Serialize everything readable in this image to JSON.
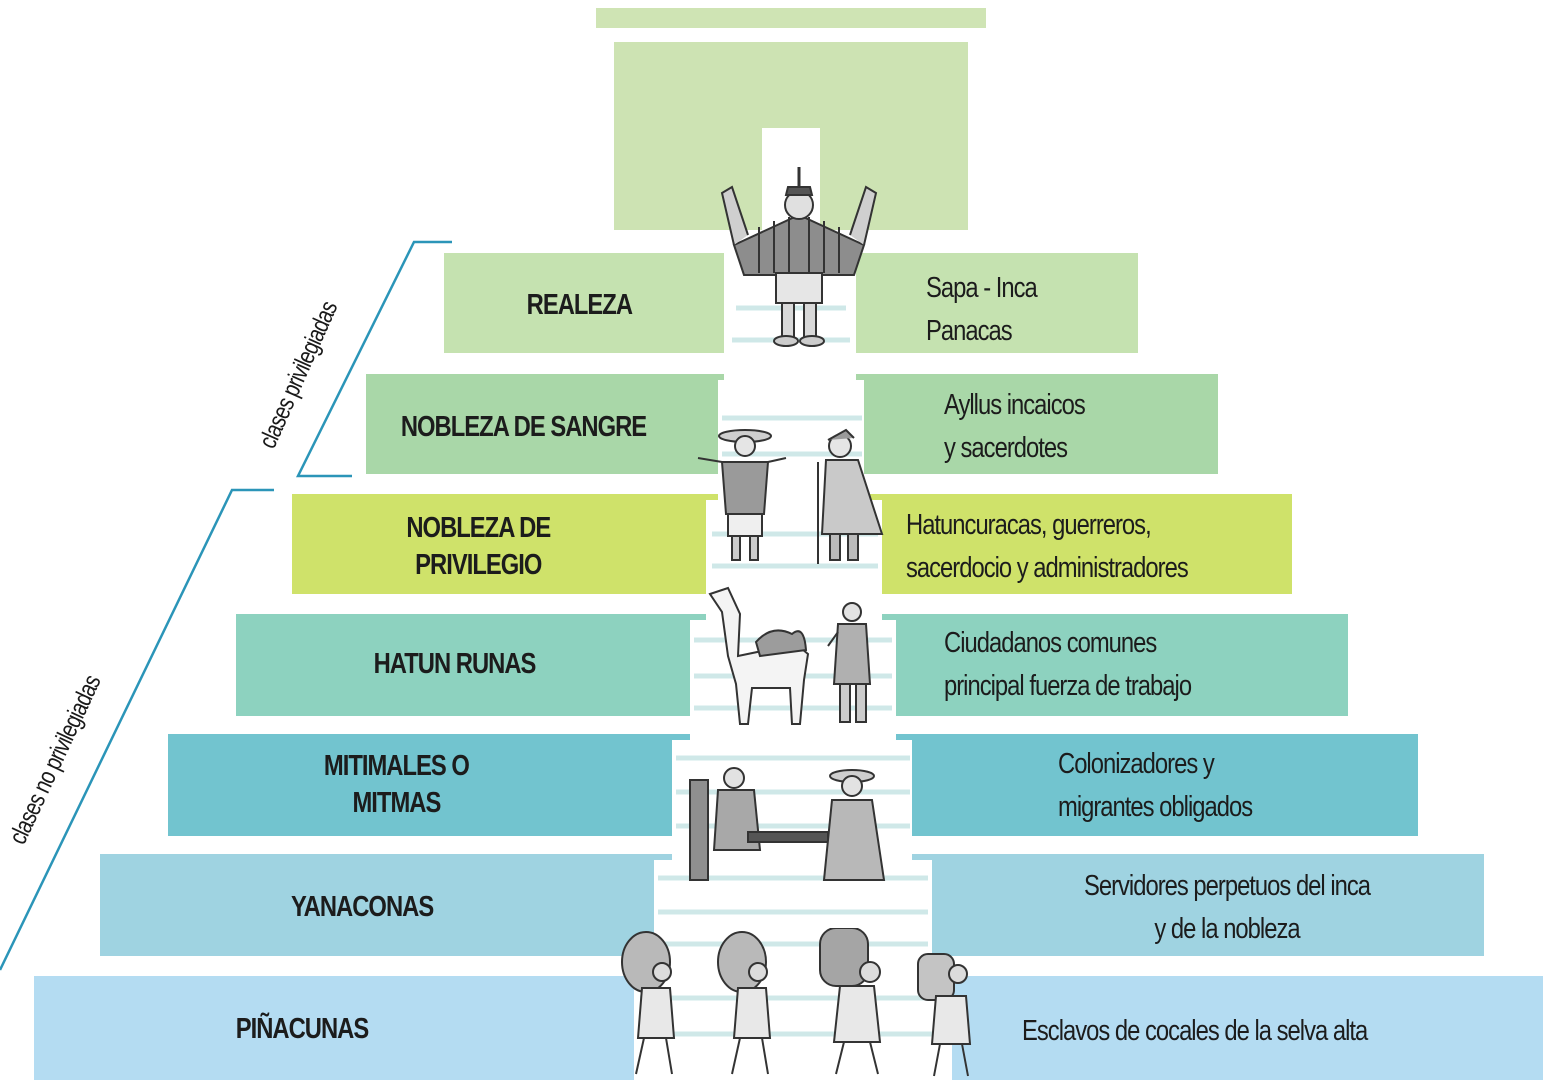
{
  "brackets": {
    "privileged": "clases privilegiadas",
    "non_privileged": "clases no privilegiadas"
  },
  "tiers": [
    {
      "name": "REALEZA",
      "description": "Sapa - Inca\nPanacas",
      "color": "#c5e2b0"
    },
    {
      "name": "NOBLEZA DE SANGRE",
      "description": "Ayllus incaicos\ny sacerdotes",
      "color": "#a9d7a8"
    },
    {
      "name": "NOBLEZA DE\nPRIVILEGIO",
      "description": "Hatuncuracas, guerreros,\nsacerdocio y administradores",
      "color": "#cfe26a"
    },
    {
      "name": "HATUN RUNAS",
      "description": "Ciudadanos comunes\nprincipal fuerza de trabajo",
      "color": "#8dd2bf"
    },
    {
      "name": "MITIMALES O\nMITMAS",
      "description": "Colonizadores y\nmigrantes obligados",
      "color": "#72c4cf"
    },
    {
      "name": "YANACONAS",
      "description": "Servidores perpetuos del inca\ny de la nobleza",
      "color": "#9fd3e1"
    },
    {
      "name": "PIÑACUNAS",
      "description": "Esclavos de cocales de la selva alta",
      "color": "#b4dcf2"
    }
  ],
  "figures": {
    "inca": "inca-ruler-figure",
    "nobles": "noble-figures",
    "llama": "llama-figure",
    "weavers": "weaver-figures",
    "porters": "porter-figures"
  },
  "colors": {
    "bracket_line": "#2b95b8",
    "temple": "#cde3b3",
    "figure_gray": "#9a9a9a"
  }
}
